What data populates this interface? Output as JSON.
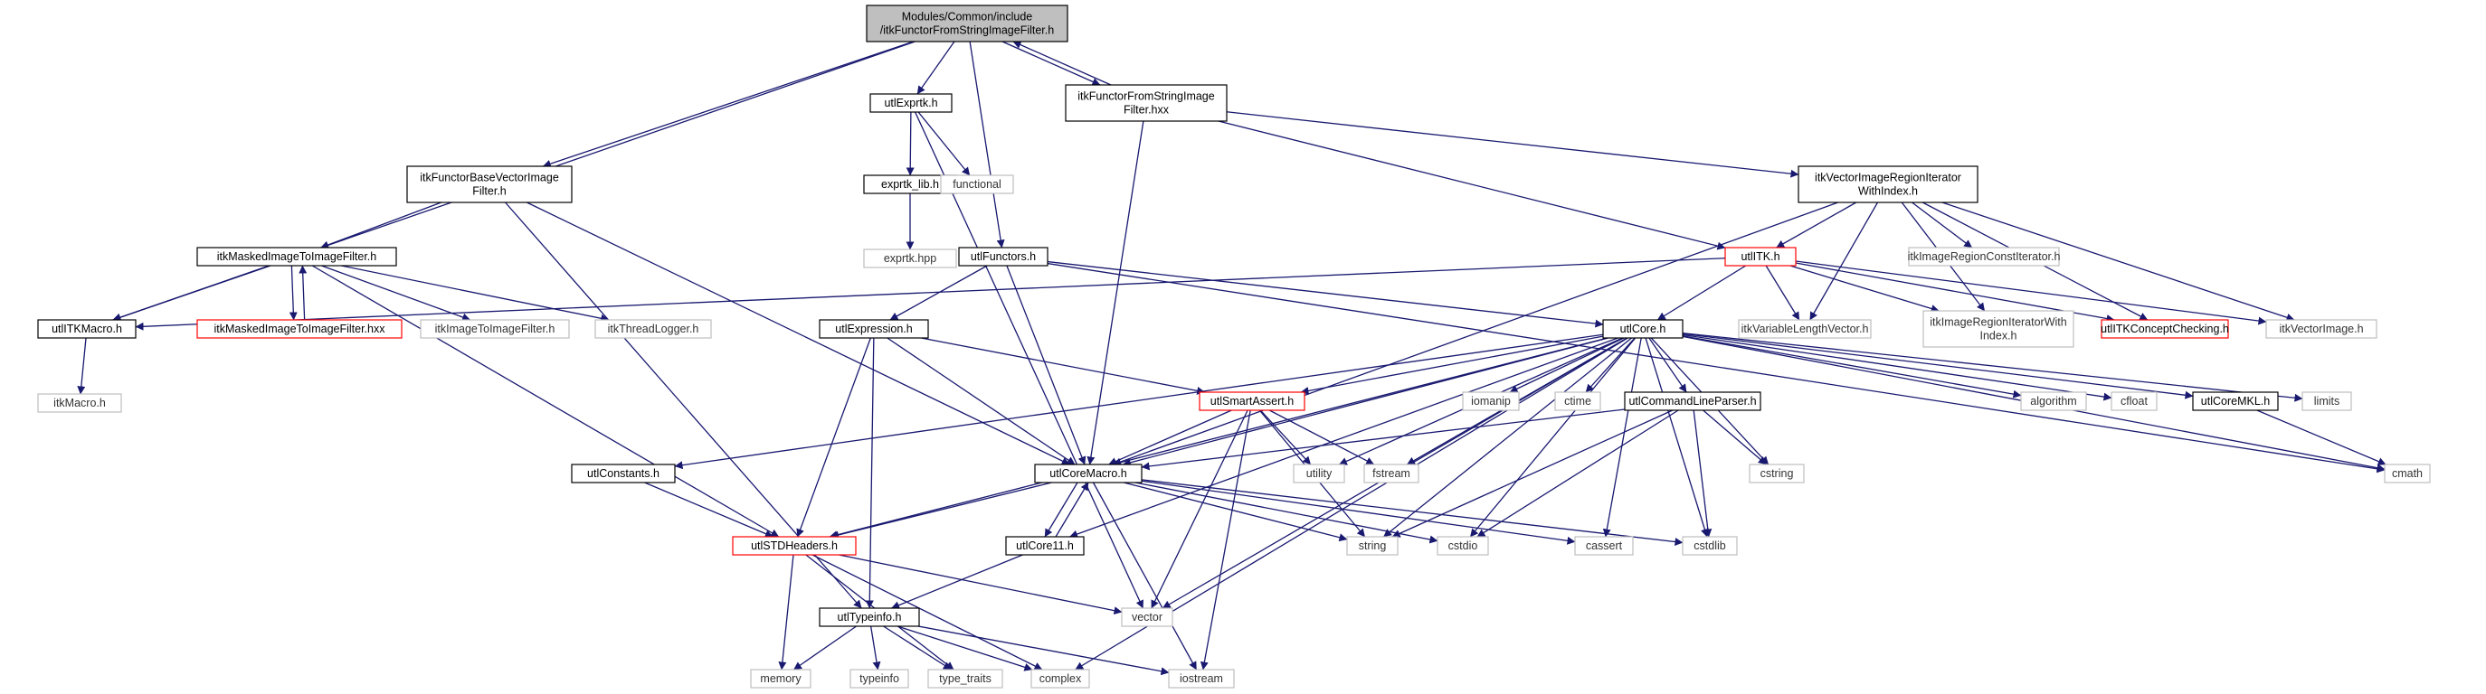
{
  "graph": {
    "kind": "include-dependency-graph",
    "colors": {
      "edge": "#191970",
      "root_fill": "#bfbfbf",
      "file_border": "#000000",
      "incomplete_border": "#ff0000",
      "external_border": "#bfbfbf"
    },
    "nodes": [
      {
        "id": "root",
        "lines": [
          "Modules/Common/include",
          "/itkFunctorFromStringImageFilter.h"
        ],
        "kind": "root"
      },
      {
        "id": "utlExprtk",
        "lines": [
          "utlExprtk.h"
        ],
        "kind": "file"
      },
      {
        "id": "fromstrhxx",
        "lines": [
          "itkFunctorFromStringImage",
          "Filter.hxx"
        ],
        "kind": "file"
      },
      {
        "id": "basevec",
        "lines": [
          "itkFunctorBaseVectorImage",
          "Filter.h"
        ],
        "kind": "file"
      },
      {
        "id": "exprtklib",
        "lines": [
          "exprtk_lib.h"
        ],
        "kind": "file"
      },
      {
        "id": "functional",
        "lines": [
          "functional"
        ],
        "kind": "ext"
      },
      {
        "id": "exprtkhpp",
        "lines": [
          "exprtk.hpp"
        ],
        "kind": "ext"
      },
      {
        "id": "vecregiter",
        "lines": [
          "itkVectorImageRegionIterator",
          "WithIndex.h"
        ],
        "kind": "file"
      },
      {
        "id": "masked",
        "lines": [
          "itkMaskedImageToImageFilter.h"
        ],
        "kind": "file"
      },
      {
        "id": "utlFunctors",
        "lines": [
          "utlFunctors.h"
        ],
        "kind": "file"
      },
      {
        "id": "utlITK",
        "lines": [
          "utlITK.h"
        ],
        "kind": "incomplete"
      },
      {
        "id": "regionconst",
        "lines": [
          "itkImageRegionConstIterator.h"
        ],
        "kind": "ext"
      },
      {
        "id": "utlITKMacro",
        "lines": [
          "utlITKMacro.h"
        ],
        "kind": "file"
      },
      {
        "id": "maskedhxx",
        "lines": [
          "itkMaskedImageToImageFilter.hxx"
        ],
        "kind": "incomplete"
      },
      {
        "id": "imgtoimg",
        "lines": [
          "itkImageToImageFilter.h"
        ],
        "kind": "ext"
      },
      {
        "id": "threadlog",
        "lines": [
          "itkThreadLogger.h"
        ],
        "kind": "ext"
      },
      {
        "id": "utlExpression",
        "lines": [
          "utlExpression.h"
        ],
        "kind": "file"
      },
      {
        "id": "utlCore",
        "lines": [
          "utlCore.h"
        ],
        "kind": "file"
      },
      {
        "id": "varlen",
        "lines": [
          "itkVariableLengthVector.h"
        ],
        "kind": "ext"
      },
      {
        "id": "regwithidx",
        "lines": [
          "itkImageRegionIteratorWith",
          "Index.h"
        ],
        "kind": "ext"
      },
      {
        "id": "concept",
        "lines": [
          "utlITKConceptChecking.h"
        ],
        "kind": "incomplete"
      },
      {
        "id": "vecimage",
        "lines": [
          "itkVectorImage.h"
        ],
        "kind": "ext"
      },
      {
        "id": "itkMacro",
        "lines": [
          "itkMacro.h"
        ],
        "kind": "ext"
      },
      {
        "id": "utlSmartAssert",
        "lines": [
          "utlSmartAssert.h"
        ],
        "kind": "incomplete"
      },
      {
        "id": "iomanip",
        "lines": [
          "iomanip"
        ],
        "kind": "ext"
      },
      {
        "id": "ctime",
        "lines": [
          "ctime"
        ],
        "kind": "ext"
      },
      {
        "id": "cmdline",
        "lines": [
          "utlCommandLineParser.h"
        ],
        "kind": "file"
      },
      {
        "id": "algorithm",
        "lines": [
          "algorithm"
        ],
        "kind": "ext"
      },
      {
        "id": "cfloat",
        "lines": [
          "cfloat"
        ],
        "kind": "ext"
      },
      {
        "id": "utlCoreMKL",
        "lines": [
          "utlCoreMKL.h"
        ],
        "kind": "file"
      },
      {
        "id": "limits",
        "lines": [
          "limits"
        ],
        "kind": "ext"
      },
      {
        "id": "utlConstants",
        "lines": [
          "utlConstants.h"
        ],
        "kind": "file"
      },
      {
        "id": "utility",
        "lines": [
          "utility"
        ],
        "kind": "ext"
      },
      {
        "id": "fstream",
        "lines": [
          "fstream"
        ],
        "kind": "ext"
      },
      {
        "id": "cstring",
        "lines": [
          "cstring"
        ],
        "kind": "ext"
      },
      {
        "id": "cmath",
        "lines": [
          "cmath"
        ],
        "kind": "ext"
      },
      {
        "id": "utlCoreMacro",
        "lines": [
          "utlCoreMacro.h"
        ],
        "kind": "file"
      },
      {
        "id": "utlSTD",
        "lines": [
          "utlSTDHeaders.h"
        ],
        "kind": "incomplete"
      },
      {
        "id": "utlCore11",
        "lines": [
          "utlCore11.h"
        ],
        "kind": "file"
      },
      {
        "id": "string",
        "lines": [
          "string"
        ],
        "kind": "ext"
      },
      {
        "id": "cstdio",
        "lines": [
          "cstdio"
        ],
        "kind": "ext"
      },
      {
        "id": "cassert",
        "lines": [
          "cassert"
        ],
        "kind": "ext"
      },
      {
        "id": "cstdlib",
        "lines": [
          "cstdlib"
        ],
        "kind": "ext"
      },
      {
        "id": "vector",
        "lines": [
          "vector"
        ],
        "kind": "ext"
      },
      {
        "id": "utlTypeinfo",
        "lines": [
          "utlTypeinfo.h"
        ],
        "kind": "file"
      },
      {
        "id": "memory",
        "lines": [
          "memory"
        ],
        "kind": "ext"
      },
      {
        "id": "typeinfo",
        "lines": [
          "typeinfo"
        ],
        "kind": "ext"
      },
      {
        "id": "typetraits",
        "lines": [
          "type_traits"
        ],
        "kind": "ext"
      },
      {
        "id": "complex",
        "lines": [
          "complex"
        ],
        "kind": "ext"
      },
      {
        "id": "iostream",
        "lines": [
          "iostream"
        ],
        "kind": "ext"
      }
    ],
    "edges": [
      [
        "root",
        "utlExprtk"
      ],
      [
        "root",
        "fromstrhxx"
      ],
      [
        "root",
        "basevec"
      ],
      [
        "root",
        "utlFunctors"
      ],
      [
        "root",
        "utlITKMacro"
      ],
      [
        "fromstrhxx",
        "root"
      ],
      [
        "fromstrhxx",
        "vecregiter"
      ],
      [
        "fromstrhxx",
        "utlITK"
      ],
      [
        "fromstrhxx",
        "utlCoreMacro"
      ],
      [
        "utlExprtk",
        "exprtklib"
      ],
      [
        "utlExprtk",
        "functional"
      ],
      [
        "utlExprtk",
        "vector"
      ],
      [
        "exprtklib",
        "exprtkhpp"
      ],
      [
        "basevec",
        "masked"
      ],
      [
        "basevec",
        "utlCoreMacro"
      ],
      [
        "basevec",
        "utlTypeinfo"
      ],
      [
        "masked",
        "utlITKMacro"
      ],
      [
        "masked",
        "maskedhxx"
      ],
      [
        "masked",
        "imgtoimg"
      ],
      [
        "masked",
        "threadlog"
      ],
      [
        "masked",
        "utlSTD"
      ],
      [
        "maskedhxx",
        "masked"
      ],
      [
        "utlITKMacro",
        "itkMacro"
      ],
      [
        "utlFunctors",
        "utlExpression"
      ],
      [
        "utlFunctors",
        "utlCoreMacro"
      ],
      [
        "utlFunctors",
        "utlCore"
      ],
      [
        "utlFunctors",
        "cmath"
      ],
      [
        "vecregiter",
        "utlITK"
      ],
      [
        "vecregiter",
        "regionconst"
      ],
      [
        "vecregiter",
        "varlen"
      ],
      [
        "vecregiter",
        "regwithidx"
      ],
      [
        "vecregiter",
        "concept"
      ],
      [
        "vecregiter",
        "vecimage"
      ],
      [
        "vecregiter",
        "utlCoreMacro"
      ],
      [
        "utlITK",
        "utlITKMacro"
      ],
      [
        "utlITK",
        "utlCore"
      ],
      [
        "utlITK",
        "varlen"
      ],
      [
        "utlITK",
        "regwithidx"
      ],
      [
        "utlITK",
        "concept"
      ],
      [
        "utlITK",
        "vecimage"
      ],
      [
        "utlExpression",
        "utlSmartAssert"
      ],
      [
        "utlExpression",
        "utlCoreMacro"
      ],
      [
        "utlExpression",
        "utlSTD"
      ],
      [
        "utlExpression",
        "utlTypeinfo"
      ],
      [
        "utlCore",
        "utlSmartAssert"
      ],
      [
        "utlCore",
        "utlConstants"
      ],
      [
        "utlCore",
        "iomanip"
      ],
      [
        "utlCore",
        "ctime"
      ],
      [
        "utlCore",
        "cmdline"
      ],
      [
        "utlCore",
        "algorithm"
      ],
      [
        "utlCore",
        "cfloat"
      ],
      [
        "utlCore",
        "utlCoreMKL"
      ],
      [
        "utlCore",
        "limits"
      ],
      [
        "utlCore",
        "cmath"
      ],
      [
        "utlCore",
        "utility"
      ],
      [
        "utlCore",
        "fstream"
      ],
      [
        "utlCore",
        "cstring"
      ],
      [
        "utlCore",
        "utlCoreMacro"
      ],
      [
        "utlCore",
        "utlSTD"
      ],
      [
        "utlCore",
        "utlCore11"
      ],
      [
        "utlCore",
        "string"
      ],
      [
        "utlCore",
        "cstdio"
      ],
      [
        "utlCore",
        "cassert"
      ],
      [
        "utlCore",
        "cstdlib"
      ],
      [
        "utlCore",
        "vector"
      ],
      [
        "utlCore",
        "complex"
      ],
      [
        "utlSmartAssert",
        "utlCoreMacro"
      ],
      [
        "utlSmartAssert",
        "utility"
      ],
      [
        "utlSmartAssert",
        "fstream"
      ],
      [
        "utlSmartAssert",
        "string"
      ],
      [
        "utlSmartAssert",
        "vector"
      ],
      [
        "utlSmartAssert",
        "iostream"
      ],
      [
        "cmdline",
        "utlCoreMacro"
      ],
      [
        "cmdline",
        "cstring"
      ],
      [
        "cmdline",
        "string"
      ],
      [
        "cmdline",
        "cstdio"
      ],
      [
        "cmdline",
        "cstdlib"
      ],
      [
        "utlCoreMKL",
        "cmath"
      ],
      [
        "utlConstants",
        "utlSTD"
      ],
      [
        "utlCoreMacro",
        "utlSTD"
      ],
      [
        "utlCoreMacro",
        "utlCore11"
      ],
      [
        "utlCoreMacro",
        "string"
      ],
      [
        "utlCoreMacro",
        "cstdio"
      ],
      [
        "utlCoreMacro",
        "cassert"
      ],
      [
        "utlCoreMacro",
        "cstdlib"
      ],
      [
        "utlCoreMacro",
        "iostream"
      ],
      [
        "utlCore11",
        "utlCoreMacro"
      ],
      [
        "utlCore11",
        "utlTypeinfo"
      ],
      [
        "utlSTD",
        "vector"
      ],
      [
        "utlSTD",
        "memory"
      ],
      [
        "utlSTD",
        "typetraits"
      ],
      [
        "utlSTD",
        "complex"
      ],
      [
        "utlTypeinfo",
        "memory"
      ],
      [
        "utlTypeinfo",
        "typeinfo"
      ],
      [
        "utlTypeinfo",
        "typetraits"
      ],
      [
        "utlTypeinfo",
        "complex"
      ],
      [
        "utlTypeinfo",
        "iostream"
      ]
    ]
  }
}
